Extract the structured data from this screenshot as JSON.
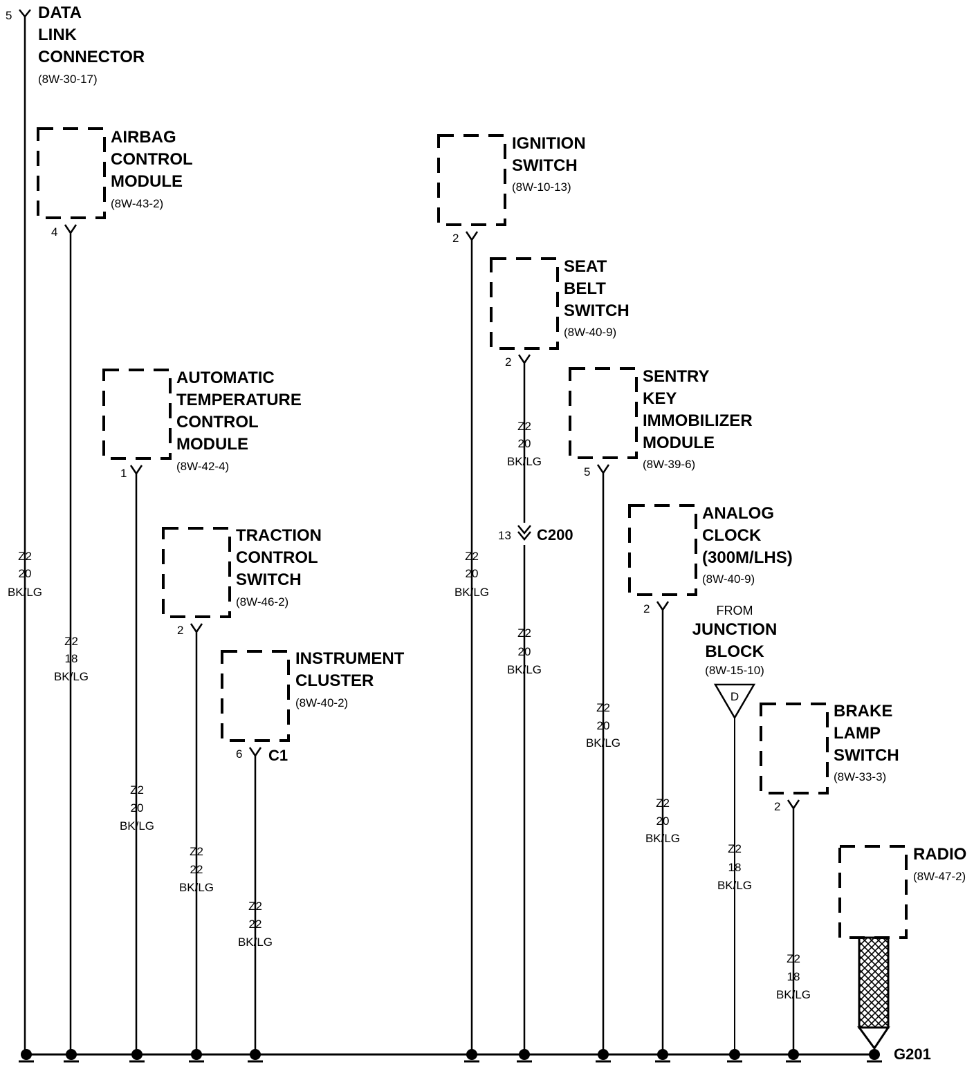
{
  "components": [
    {
      "id": "data-link-connector",
      "title": [
        "DATA",
        "LINK",
        "CONNECTOR"
      ],
      "ref": "(8W-30-17)",
      "pin": "5",
      "wire": [
        "Z2",
        "20",
        "BK/LG"
      ]
    },
    {
      "id": "airbag-control-module",
      "title": [
        "AIRBAG",
        "CONTROL",
        "MODULE"
      ],
      "ref": "(8W-43-2)",
      "pin": "4",
      "wire": [
        "Z2",
        "18",
        "BK/LG"
      ]
    },
    {
      "id": "automatic-temperature-control-module",
      "title": [
        "AUTOMATIC",
        "TEMPERATURE",
        "CONTROL",
        "MODULE"
      ],
      "ref": "(8W-42-4)",
      "pin": "1",
      "wire": [
        "Z2",
        "20",
        "BK/LG"
      ]
    },
    {
      "id": "traction-control-switch",
      "title": [
        "TRACTION",
        "CONTROL",
        "SWITCH"
      ],
      "ref": "(8W-46-2)",
      "pin": "2",
      "wire": [
        "Z2",
        "22",
        "BK/LG"
      ]
    },
    {
      "id": "instrument-cluster",
      "title": [
        "INSTRUMENT",
        "CLUSTER"
      ],
      "ref": "(8W-40-2)",
      "pin": "6",
      "connector": "C1",
      "wire": [
        "Z2",
        "22",
        "BK/LG"
      ]
    },
    {
      "id": "ignition-switch",
      "title": [
        "IGNITION",
        "SWITCH"
      ],
      "ref": "(8W-10-13)",
      "pin": "2",
      "wire": [
        "Z2",
        "20",
        "BK/LG"
      ]
    },
    {
      "id": "seat-belt-switch",
      "title": [
        "SEAT",
        "BELT",
        "SWITCH"
      ],
      "ref": "(8W-40-9)",
      "pin": "2",
      "wire_upper": [
        "Z2",
        "20",
        "BK/LG"
      ],
      "inline_pin": "13",
      "inline_connector": "C200",
      "wire": [
        "Z2",
        "20",
        "BK/LG"
      ]
    },
    {
      "id": "sentry-key-immobilizer-module",
      "title": [
        "SENTRY",
        "KEY",
        "IMMOBILIZER",
        "MODULE"
      ],
      "ref": "(8W-39-6)",
      "pin": "5",
      "wire": [
        "Z2",
        "20",
        "BK/LG"
      ]
    },
    {
      "id": "analog-clock",
      "title": [
        "ANALOG",
        "CLOCK",
        "(300M/LHS)"
      ],
      "ref": "(8W-40-9)",
      "pin": "2",
      "wire": [
        "Z2",
        "20",
        "BK/LG"
      ]
    },
    {
      "id": "junction-block",
      "from": "FROM",
      "title": [
        "JUNCTION",
        "BLOCK"
      ],
      "ref": "(8W-15-10)",
      "symbol": "D",
      "wire": [
        "Z2",
        "18",
        "BK/LG"
      ]
    },
    {
      "id": "brake-lamp-switch",
      "title": [
        "BRAKE",
        "LAMP",
        "SWITCH"
      ],
      "ref": "(8W-33-3)",
      "pin": "2",
      "wire": [
        "Z2",
        "18",
        "BK/LG"
      ]
    },
    {
      "id": "radio",
      "title": [
        "RADIO"
      ],
      "ref": "(8W-47-2)"
    }
  ],
  "ground": {
    "label": "G201"
  }
}
